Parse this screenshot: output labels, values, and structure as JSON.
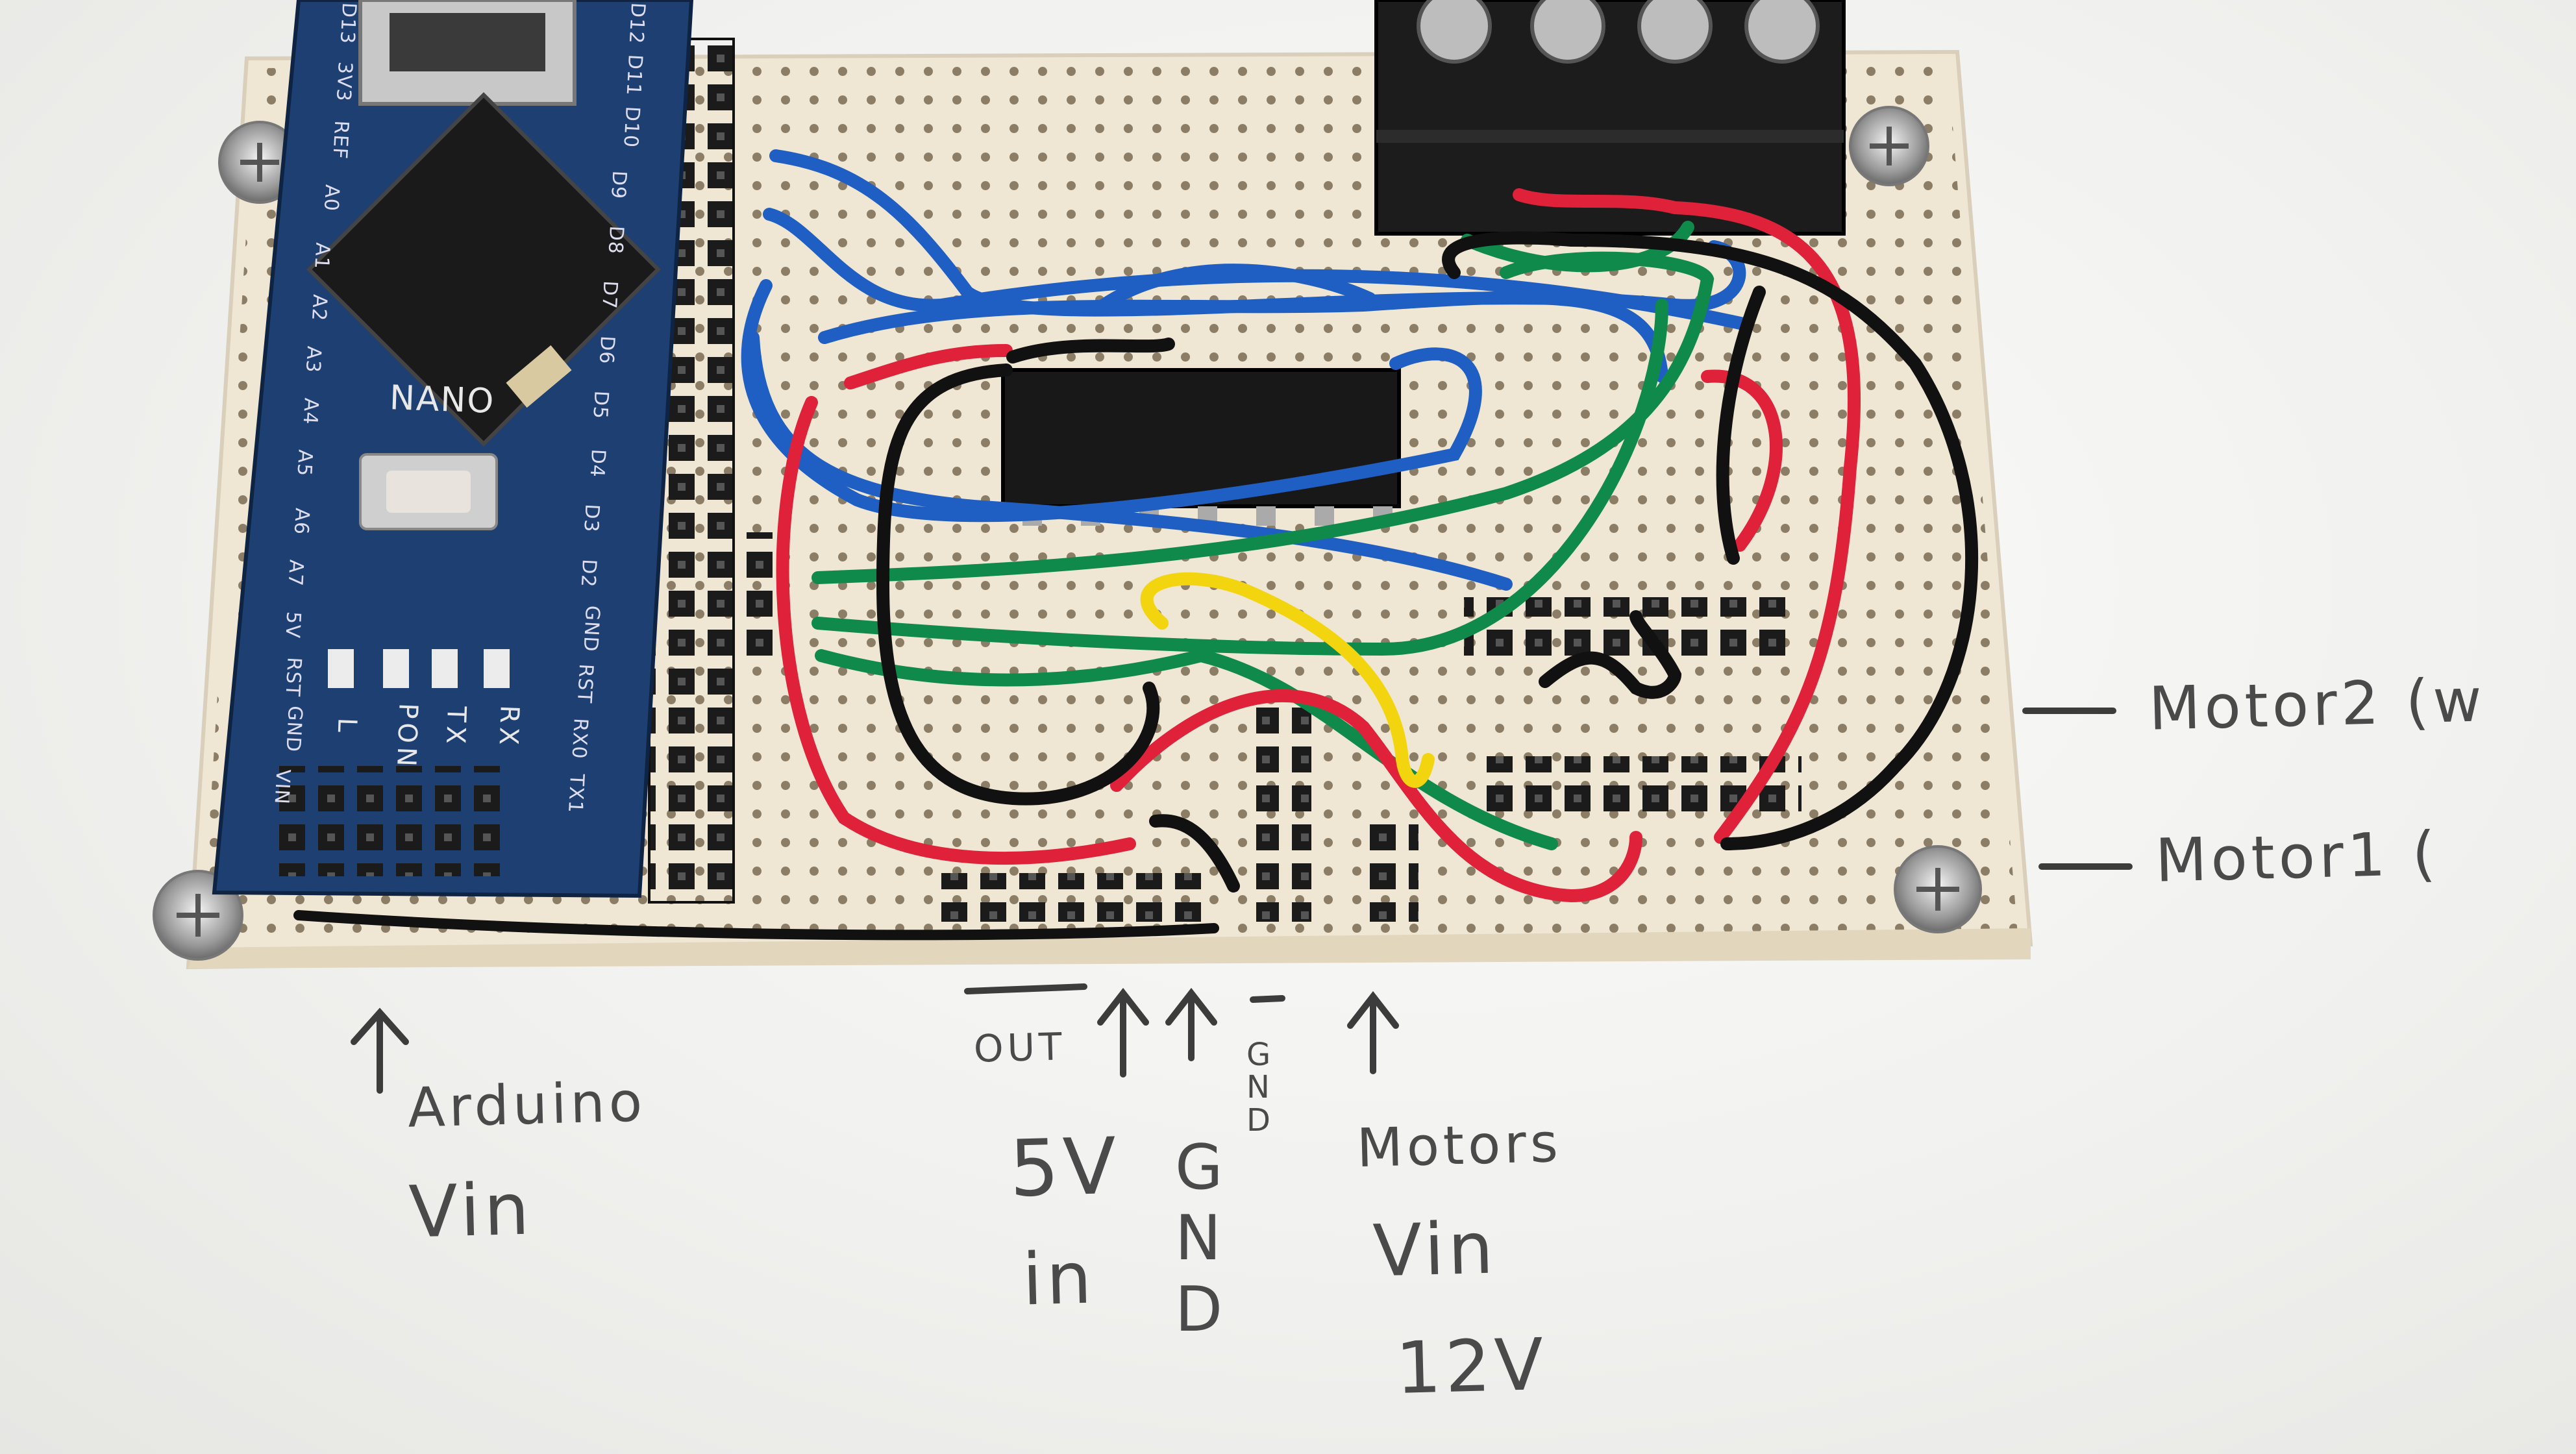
{
  "board": {
    "nano_silkscreen": "NANO",
    "pin_labels_top": [
      "D13",
      "3V3",
      "REF",
      "A0",
      "A1",
      "A2",
      "A3",
      "A4",
      "A5",
      "A6",
      "A7",
      "5V",
      "RST",
      "GND",
      "VIN"
    ],
    "pin_labels_bottom": [
      "D12",
      "D11",
      "D10",
      "D9",
      "D8",
      "D7",
      "D6",
      "D5",
      "D4",
      "D3",
      "D2",
      "GND",
      "RST",
      "RX0",
      "TX1"
    ],
    "led_labels": [
      "L",
      "PON",
      "TX",
      "RX"
    ]
  },
  "annotations": {
    "motor2": "Motor2 (w",
    "motor1": "Motor1 (",
    "arduino_vin_line1": "Arduino",
    "arduino_vin_line2": "Vin",
    "out": "OUT",
    "five_v": "5V",
    "in": "in",
    "gnd_vertical": "GND",
    "gnd_small": "GND",
    "motors_vin": "Motors",
    "motors_vin_line2": "Vin",
    "motors_12v": "12V"
  },
  "colors": {
    "paper": "#f2f2f0",
    "perfboard": "#efe6d4",
    "nano_pcb": "#1d3f72",
    "wire_blue": "#1f5fc4",
    "wire_green": "#0f8a4a",
    "wire_red": "#e0213a",
    "wire_black": "#111111",
    "wire_yellow": "#f2d40f",
    "ink": "#4a4a4a"
  }
}
